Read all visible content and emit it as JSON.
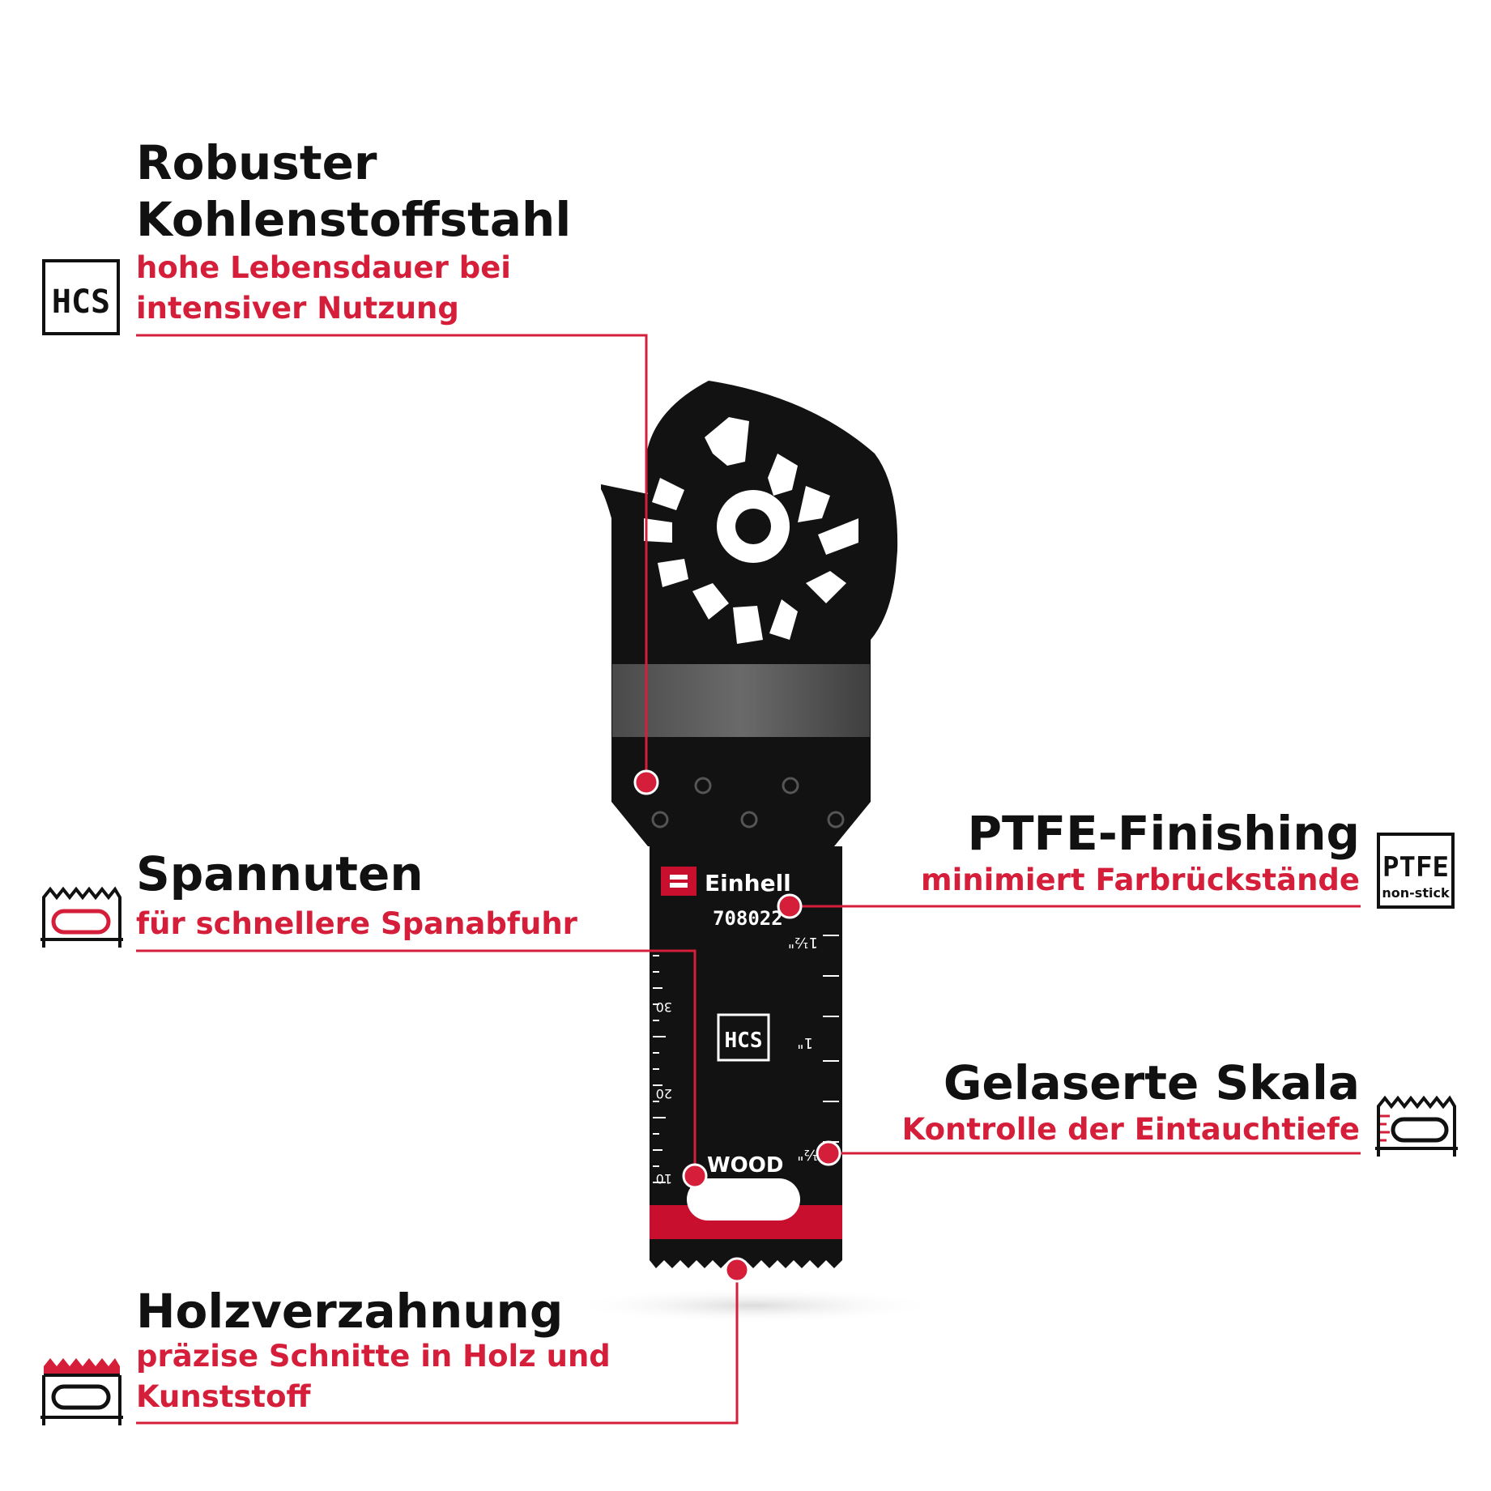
{
  "accent_color": "#d51f3a",
  "features": {
    "hcs": {
      "title_line1": "Robuster",
      "title_line2": "Kohlenstoffstahl",
      "sub_line1": "hohe Lebensdauer bei",
      "sub_line2": "intensiver Nutzung",
      "icon": "hcs-icon",
      "icon_text": "HCS"
    },
    "spannuten": {
      "title": "Spannuten",
      "sub": "für schnellere Spanabfuhr",
      "icon": "chip-groove-icon"
    },
    "holz": {
      "title": "Holzverzahnung",
      "sub_line1": "präzise Schnitte in Holz und",
      "sub_line2": "Kunststoff",
      "icon": "wood-teeth-icon"
    },
    "ptfe": {
      "title": "PTFE-Finishing",
      "sub": "minimiert Farbrückstände",
      "icon": "ptfe-icon",
      "icon_text": "PTFE",
      "icon_subtext": "non-stick"
    },
    "skala": {
      "title": "Gelaserte Skala",
      "sub": "Kontrolle der Eintauchtiefe",
      "icon": "laser-scale-icon"
    }
  },
  "blade": {
    "brand": "Einhell",
    "article_number": "708022",
    "material": "HCS",
    "type": "WOOD",
    "scale_mm": [
      "30",
      "20",
      "10"
    ],
    "scale_inch": [
      "1½\"",
      "1\"",
      "½\""
    ]
  }
}
